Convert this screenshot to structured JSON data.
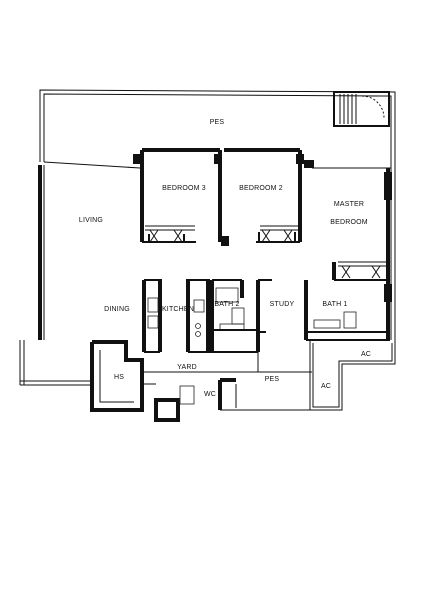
{
  "rooms": {
    "pes_top": "PES",
    "bedroom3": "BEDROOM 3",
    "bedroom2": "BEDROOM 2",
    "master_line1": "MASTER",
    "master_line2": "BEDROOM",
    "living": "LIVING",
    "dining": "DINING",
    "kitchen": "KITCHEN",
    "bath2": "BATH 2",
    "study": "STUDY",
    "bath1": "BATH 1",
    "ac_upper": "AC",
    "ac_lower": "AC",
    "hs": "HS",
    "yard": "YARD",
    "pes_bottom": "PES",
    "wc": "WC"
  },
  "colors": {
    "ink": "#111111",
    "background": "#ffffff"
  }
}
